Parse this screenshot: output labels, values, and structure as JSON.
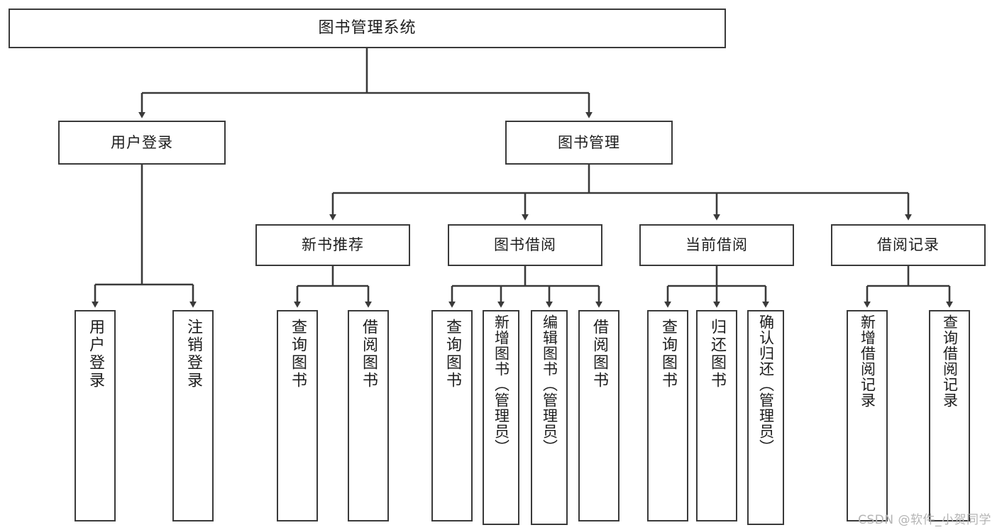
{
  "diagram": {
    "type": "tree-hierarchy",
    "title": "图书管理系统",
    "watermark": "CSDN @软件_小贺同学",
    "edge_color": "#3a3a3a",
    "node_border_color": "#3a3a3a",
    "node_fill_color": "#ffffff",
    "background_color": "#ffffff"
  },
  "nodes": {
    "root": {
      "label": "图书管理系统"
    },
    "level2": [
      {
        "id": "user-login",
        "label": "用户登录"
      },
      {
        "id": "book-management",
        "label": "图书管理"
      }
    ],
    "level3": [
      {
        "id": "new-book-recommend",
        "label": "新书推荐"
      },
      {
        "id": "book-borrow",
        "label": "图书借阅"
      },
      {
        "id": "current-borrow",
        "label": "当前借阅"
      },
      {
        "id": "borrow-record",
        "label": "借阅记录"
      }
    ],
    "leaves": {
      "user-login": [
        {
          "id": "leaf-user-login",
          "label": "用户登录"
        },
        {
          "id": "leaf-user-logout",
          "label": "注销登录"
        }
      ],
      "new-book-recommend": [
        {
          "id": "leaf-query-book-1",
          "label": "查询图书"
        },
        {
          "id": "leaf-borrow-book-1",
          "label": "借阅图书"
        }
      ],
      "book-borrow": [
        {
          "id": "leaf-query-book-2",
          "label": "查询图书"
        },
        {
          "id": "leaf-add-book",
          "label": "新增图书（管理员）"
        },
        {
          "id": "leaf-edit-book",
          "label": "编辑图书（管理员）"
        },
        {
          "id": "leaf-borrow-book-2",
          "label": "借阅图书"
        }
      ],
      "current-borrow": [
        {
          "id": "leaf-query-book-3",
          "label": "查询图书"
        },
        {
          "id": "leaf-return-book",
          "label": "归还图书"
        },
        {
          "id": "leaf-confirm-return",
          "label": "确认归还（管理员）"
        }
      ],
      "borrow-record": [
        {
          "id": "leaf-add-record",
          "label": "新增借阅记录"
        },
        {
          "id": "leaf-query-record",
          "label": "查询借阅记录"
        }
      ]
    }
  }
}
